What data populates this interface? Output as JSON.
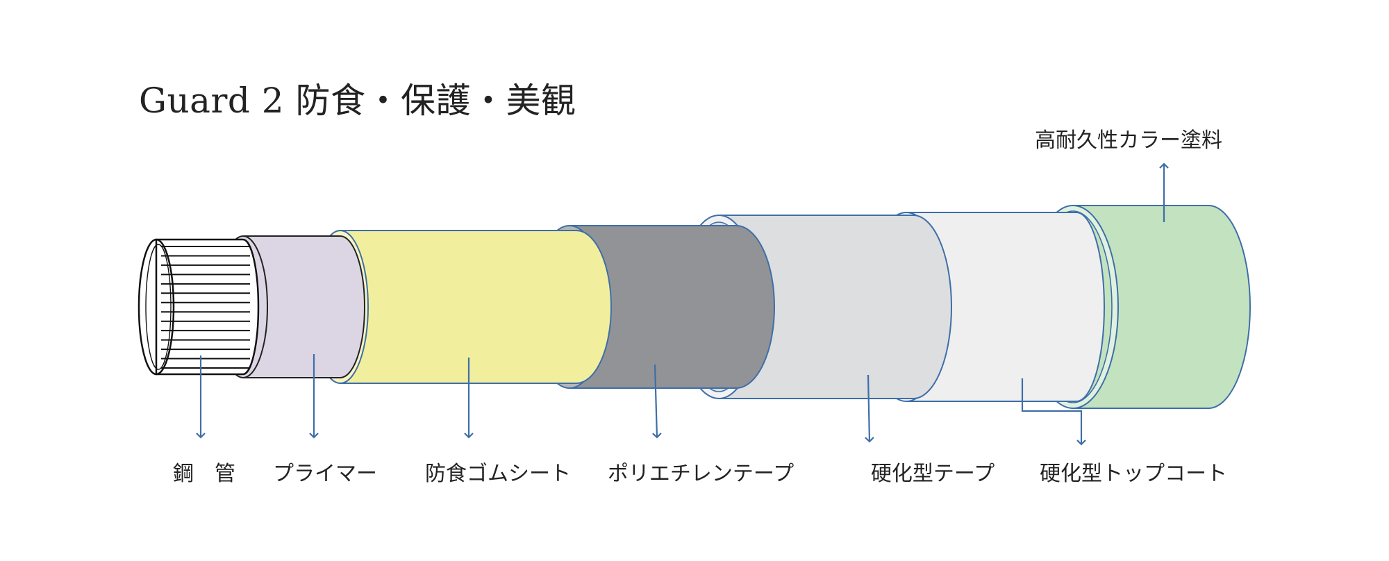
{
  "title": "Guard 2  防食・保護・美観",
  "layers": [
    {
      "key": "steel_pipe",
      "label": "鋼　管",
      "color": "#ffffff"
    },
    {
      "key": "primer",
      "label": "プライマー",
      "color": "#dcd6e4"
    },
    {
      "key": "anticorrosion_rubber_sheet",
      "label": "防食ゴムシート",
      "color": "#f1ef9e"
    },
    {
      "key": "polyethylene_tape",
      "label": "ポリエチレンテープ",
      "color": "#929396"
    },
    {
      "key": "hardening_tape",
      "label": "硬化型テープ",
      "color": "#dcdedf"
    },
    {
      "key": "hardening_top_coat",
      "label": "硬化型トップコート",
      "color": "#efefef"
    },
    {
      "key": "durable_color_paint",
      "label": "高耐久性カラー塗料",
      "color": "#c3e2c0"
    }
  ],
  "colors": {
    "arrow": "#3e6ea8",
    "outline": "#3e6ea8",
    "pipe_line": "#111111",
    "rim": "#f2f2f2"
  }
}
